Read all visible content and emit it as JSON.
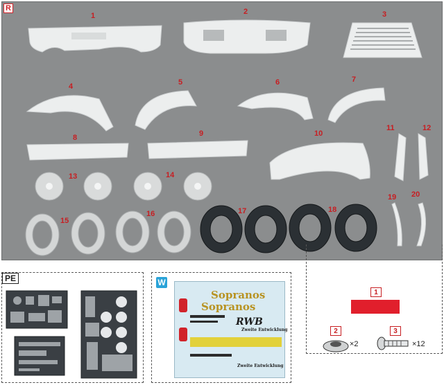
{
  "resin": {
    "tag": "R",
    "part_numbers": [
      "1",
      "2",
      "3",
      "4",
      "5",
      "6",
      "7",
      "8",
      "9",
      "10",
      "11",
      "12",
      "13",
      "14",
      "15",
      "16",
      "17",
      "18",
      "19",
      "20"
    ]
  },
  "photo_etch": {
    "tag": "PE"
  },
  "decal": {
    "tag": "W",
    "lines": [
      "Sopranos",
      "Sopranos",
      "RWB",
      "Zweite Entwicklung",
      "Zweite Entwicklung"
    ]
  },
  "extras": {
    "items": [
      {
        "num": "1",
        "qty": ""
      },
      {
        "num": "2",
        "qty": "×2"
      },
      {
        "num": "3",
        "qty": "×12"
      }
    ]
  },
  "colors": {
    "accent_red": "#c71e22",
    "decal_blue": "#2aa3d8",
    "panel_gray": "#8b8d8e"
  }
}
